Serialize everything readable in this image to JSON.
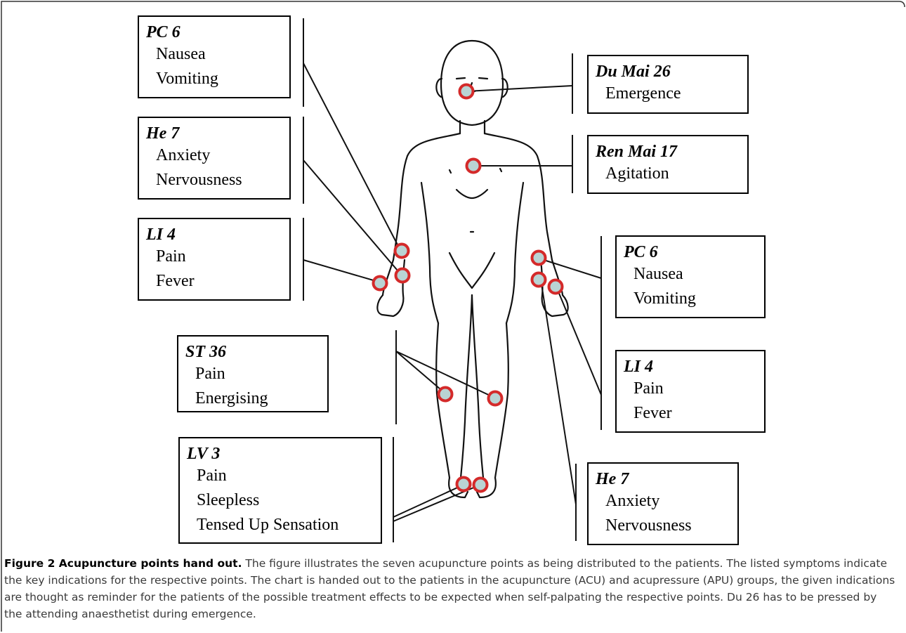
{
  "figure": {
    "labels": [
      {
        "id": "pc6-left",
        "point": "PC 6",
        "indications": [
          "Nausea",
          "Vomiting"
        ]
      },
      {
        "id": "he7-left",
        "point": "He 7",
        "indications": [
          "Anxiety",
          "Nervousness"
        ]
      },
      {
        "id": "li4-left",
        "point": "LI 4",
        "indications": [
          "Pain",
          "Fever"
        ]
      },
      {
        "id": "st36",
        "point": "ST 36",
        "indications": [
          "Pain",
          "Energising"
        ]
      },
      {
        "id": "lv3",
        "point": "LV 3",
        "indications": [
          "Pain",
          "Sleepless",
          "Tensed Up Sensation"
        ]
      },
      {
        "id": "du26",
        "point": "Du Mai 26",
        "indications": [
          "Emergence"
        ]
      },
      {
        "id": "ren17",
        "point": "Ren Mai 17",
        "indications": [
          "Agitation"
        ]
      },
      {
        "id": "pc6-right",
        "point": "PC 6",
        "indications": [
          "Nausea",
          "Vomiting"
        ]
      },
      {
        "id": "li4-right",
        "point": "LI 4",
        "indications": [
          "Pain",
          "Fever"
        ]
      },
      {
        "id": "he7-right",
        "point": "He 7",
        "indications": [
          "Anxiety",
          "Nervousness"
        ]
      }
    ],
    "marker_colors": {
      "ring": "#d42a2a",
      "fill": "#b9d4d4"
    }
  },
  "caption": {
    "title": "Figure 2 Acupuncture points hand out.",
    "text": "The figure illustrates the seven acupuncture points as being distributed to the patients. The listed symptoms indicate the key indications for the respective points. The chart is handed out to the patients in the acupuncture (ACU) and acupressure (APU) groups, the given indications are thought as reminder for the patients of the possible treatment effects to be expected when self-palpating the respective points. Du 26 has to be pressed by the attending anaesthetist during emergence."
  }
}
